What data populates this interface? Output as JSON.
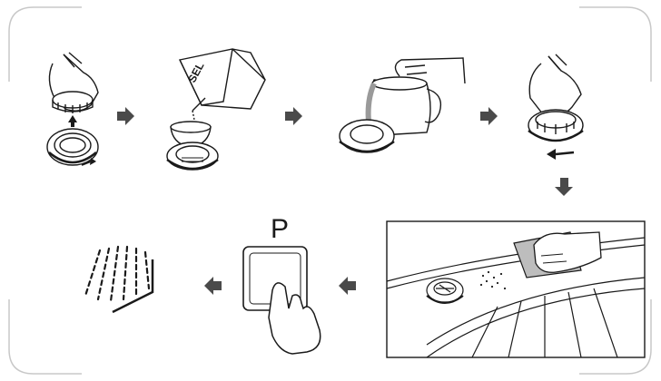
{
  "diagram": {
    "steps": [
      {
        "id": "remove-cap",
        "icon": "hand-unscrew-cap-icon"
      },
      {
        "id": "add-salt",
        "icon": "salt-box-funnel-icon",
        "label": "SEL"
      },
      {
        "id": "pour-water",
        "icon": "water-jug-pour-icon"
      },
      {
        "id": "close-cap",
        "icon": "hand-screw-cap-icon"
      },
      {
        "id": "wipe-spills",
        "icon": "hand-wipe-cloth-icon"
      },
      {
        "id": "press-program",
        "icon": "finger-press-button-icon",
        "label": "P"
      },
      {
        "id": "start-wash",
        "icon": "spray-jets-icon"
      }
    ],
    "colors": {
      "stroke": "#1a1a1a",
      "arrow": "#4a4a4a",
      "frame": "#c8c8c8",
      "fill_gray": "#9a9a9a"
    }
  }
}
